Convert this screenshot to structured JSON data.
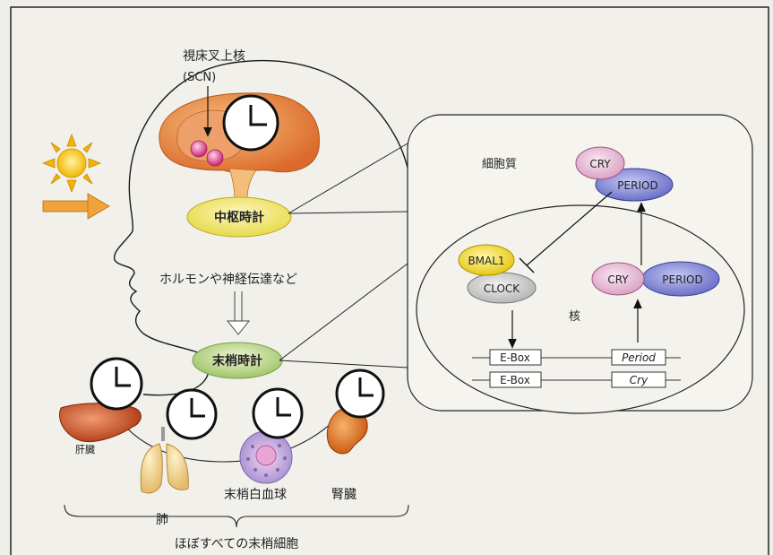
{
  "labels": {
    "scn_title": "視床叉上核",
    "scn_sub": "(SCN)",
    "central_clock": "中枢時計",
    "signals": "ホルモンや神経伝達など",
    "peripheral_clock": "末梢時計",
    "liver": "肝臓",
    "lung": "肺",
    "wbc": "末梢白血球",
    "kidney": "腎臓",
    "all_peripheral": "ほぼすべての末梢細胞"
  },
  "cell": {
    "cytoplasm": "細胞質",
    "nucleus": "核",
    "cry_top": "CRY",
    "period_top": "PERIOD",
    "bmal1": "BMAL1",
    "clock": "CLOCK",
    "cry_nuc": "CRY",
    "period_nuc": "PERIOD",
    "ebox1": "E-Box",
    "ebox2": "E-Box",
    "gene_period": "Period",
    "gene_cry": "Cry"
  },
  "colors": {
    "background": "#efeee9",
    "brain_orange": "#e8894a",
    "clock_yellow": "#f3ea7c",
    "clock_green": "#c9de8e",
    "cry_pink": "#ecc6dc",
    "period_blue": "#8f94d8",
    "bmal_yellow": "#f5e247",
    "clock_gray": "#cfcfcf",
    "arrow_orange": "#f0a33a"
  }
}
